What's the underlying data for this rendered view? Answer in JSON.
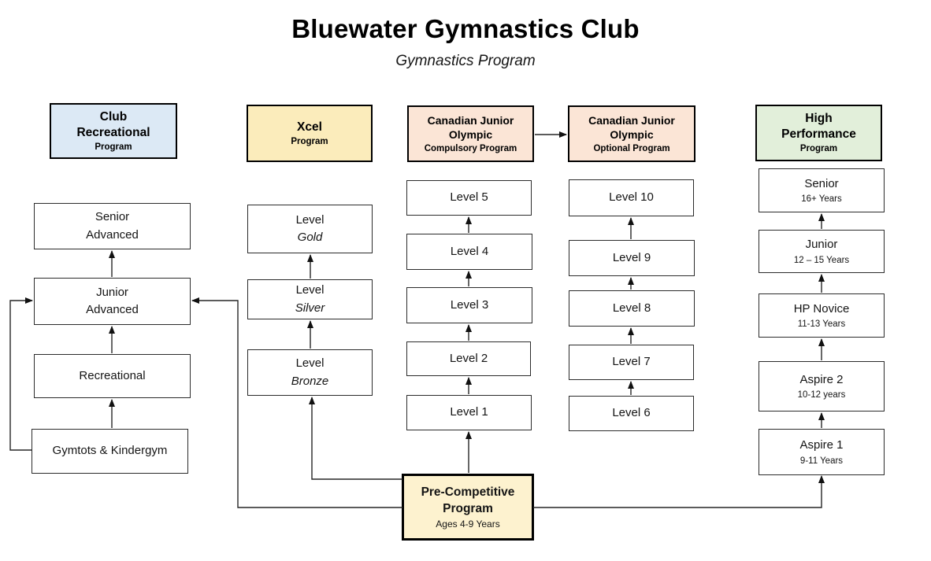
{
  "page": {
    "title": "Bluewater Gymnastics Club",
    "subtitle": "Gymnastics Program"
  },
  "colors": {
    "club_recreational_fill": "#DCE9F5",
    "xcel_fill": "#FBECBB",
    "cjo_fill": "#FBE5D6",
    "high_performance_fill": "#E2EFDA",
    "pre_competitive_fill": "#FDF2CF",
    "box_border": "#000000",
    "arrow": "#262626"
  },
  "programs": {
    "club_recreational": {
      "header": {
        "line1": "Club",
        "line2": "Recreational",
        "subtitle": "Program"
      },
      "items": [
        {
          "line1": "Senior",
          "line2": "Advanced"
        },
        {
          "line1": "Junior",
          "line2": "Advanced"
        },
        {
          "line1": "Recreational"
        },
        {
          "line1": "Gymtots & Kindergym"
        }
      ]
    },
    "xcel": {
      "header": {
        "line1": "Xcel",
        "subtitle": "Program"
      },
      "items": [
        {
          "line1": "Level",
          "line2": "Gold"
        },
        {
          "line1": "Level",
          "line2": "Silver"
        },
        {
          "line1": "Level",
          "line2": "Bronze"
        }
      ]
    },
    "cjo_compulsory": {
      "header": {
        "line1": "Canadian Junior",
        "line2": "Olympic",
        "subtitle": "Compulsory Program"
      },
      "items": [
        {
          "line1": "Level 5"
        },
        {
          "line1": "Level 4"
        },
        {
          "line1": "Level 3"
        },
        {
          "line1": "Level 2"
        },
        {
          "line1": "Level 1"
        }
      ]
    },
    "cjo_optional": {
      "header": {
        "line1": "Canadian Junior",
        "line2": "Olympic",
        "subtitle": "Optional Program"
      },
      "items": [
        {
          "line1": "Level 10"
        },
        {
          "line1": "Level 9"
        },
        {
          "line1": "Level 8"
        },
        {
          "line1": "Level 7"
        },
        {
          "line1": "Level 6"
        }
      ]
    },
    "high_performance": {
      "header": {
        "line1": "High",
        "line2": "Performance",
        "subtitle": "Program"
      },
      "items": [
        {
          "line1": "Senior",
          "line2": "16+ Years"
        },
        {
          "line1": "Junior",
          "line2": "12 – 15 Years"
        },
        {
          "line1": "HP Novice",
          "line2": "11-13 Years"
        },
        {
          "line1": "Aspire 2",
          "line2": "10-12 years"
        },
        {
          "line1": "Aspire 1",
          "line2": "9-11 Years"
        }
      ]
    },
    "pre_competitive": {
      "header": {
        "line1": "Pre-Competitive",
        "line2": "Program",
        "subtitle": "Ages 4-9 Years"
      }
    }
  },
  "connections": [
    {
      "from": "Gymtots & Kindergym",
      "to": "Recreational"
    },
    {
      "from": "Recreational",
      "to": "Junior Advanced"
    },
    {
      "from": "Junior Advanced",
      "to": "Senior Advanced"
    },
    {
      "from": "Gymtots & Kindergym",
      "to": "Junior Advanced"
    },
    {
      "from": "Level Bronze",
      "to": "Level Silver"
    },
    {
      "from": "Level Silver",
      "to": "Level Gold"
    },
    {
      "from": "Level 1",
      "to": "Level 2"
    },
    {
      "from": "Level 2",
      "to": "Level 3"
    },
    {
      "from": "Level 3",
      "to": "Level 4"
    },
    {
      "from": "Level 4",
      "to": "Level 5"
    },
    {
      "from": "Level 6",
      "to": "Level 7"
    },
    {
      "from": "Level 7",
      "to": "Level 8"
    },
    {
      "from": "Level 8",
      "to": "Level 9"
    },
    {
      "from": "Level 9",
      "to": "Level 10"
    },
    {
      "from": "Canadian Junior Olympic Compulsory Program",
      "to": "Canadian Junior Olympic Optional Program"
    },
    {
      "from": "Aspire 1",
      "to": "Aspire 2"
    },
    {
      "from": "Aspire 2",
      "to": "HP Novice"
    },
    {
      "from": "HP Novice",
      "to": "Junior"
    },
    {
      "from": "Junior",
      "to": "Senior"
    },
    {
      "from": "Pre-Competitive Program",
      "to": "Level 1"
    },
    {
      "from": "Pre-Competitive Program",
      "to": "Level Bronze"
    },
    {
      "from": "Pre-Competitive Program",
      "to": "Junior Advanced"
    },
    {
      "from": "Pre-Competitive Program",
      "to": "Aspire 1"
    }
  ]
}
